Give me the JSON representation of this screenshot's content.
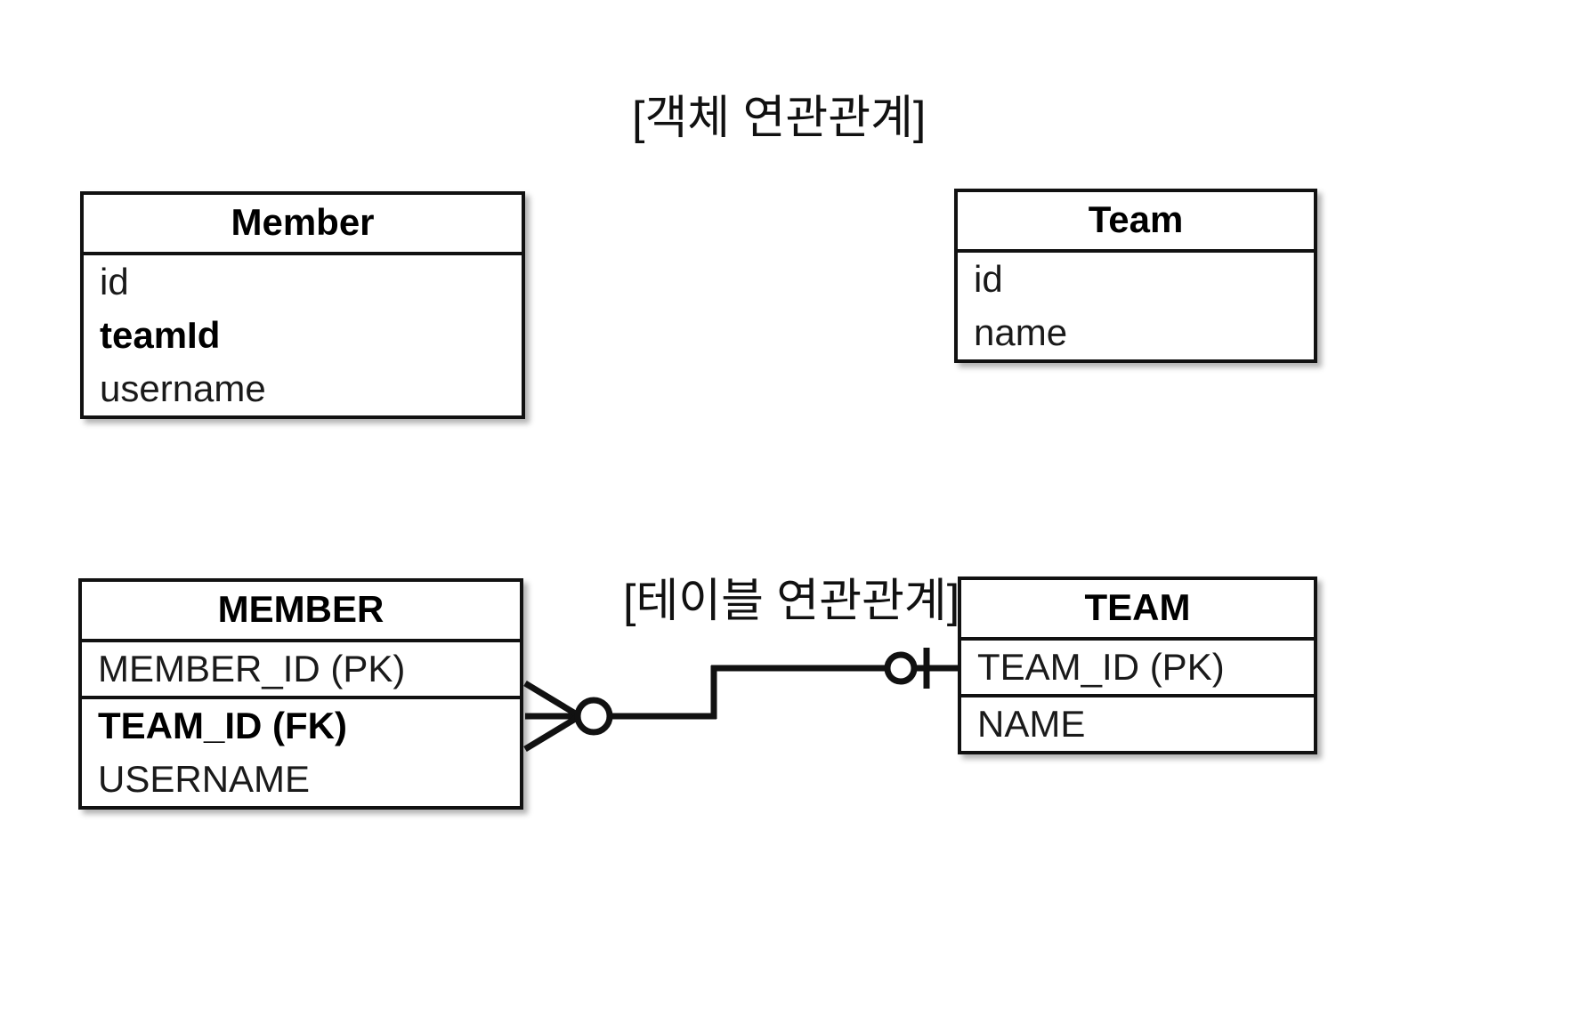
{
  "diagram": {
    "sections": [
      {
        "title": "[객체 연관관계]",
        "entities": [
          {
            "name": "Member",
            "attributes": [
              {
                "label": "id",
                "bold": false
              },
              {
                "label": "teamId",
                "bold": true
              },
              {
                "label": "username",
                "bold": false
              }
            ]
          },
          {
            "name": "Team",
            "attributes": [
              {
                "label": "id",
                "bold": false
              },
              {
                "label": "name",
                "bold": false
              }
            ]
          }
        ]
      },
      {
        "title": "[테이블 연관관계]",
        "entities": [
          {
            "name": "MEMBER",
            "attributes": [
              {
                "label": "MEMBER_ID (PK)",
                "bold": false
              },
              {
                "label": "TEAM_ID (FK)",
                "bold": true
              },
              {
                "label": "USERNAME",
                "bold": false
              }
            ]
          },
          {
            "name": "TEAM",
            "attributes": [
              {
                "label": "TEAM_ID (PK)",
                "bold": false
              },
              {
                "label": "NAME",
                "bold": false
              }
            ]
          }
        ]
      }
    ],
    "relationship": {
      "left_cardinality": "zero-or-many",
      "right_cardinality": "exactly-one",
      "left_entity": "MEMBER",
      "right_entity": "TEAM"
    },
    "colors": {
      "line": "#111111",
      "text": "#000000",
      "background": "#ffffff"
    }
  }
}
